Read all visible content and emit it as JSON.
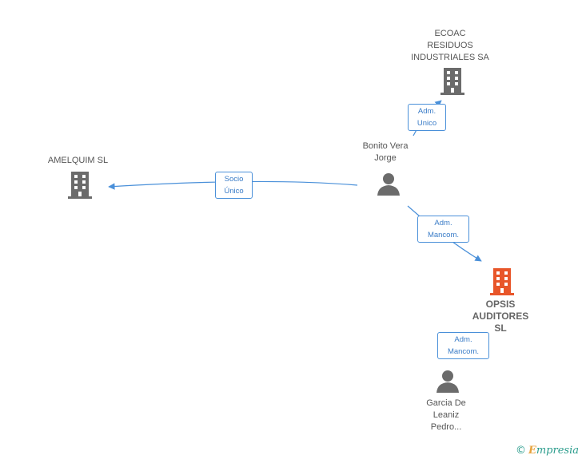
{
  "nodes": {
    "ecoac": {
      "label": "ECOAC\nRESIDUOS\nINDUSTRIALES SA",
      "icon": "building-icon",
      "color": "#6b6b6b"
    },
    "amelquim": {
      "label": "AMELQUIM SL",
      "icon": "building-icon",
      "color": "#6b6b6b"
    },
    "bonito": {
      "label": "Bonito Vera\nJorge",
      "icon": "person-icon",
      "color": "#6b6b6b"
    },
    "opsis": {
      "label": "OPSIS\nAUDITORES\nSL",
      "icon": "building-icon",
      "color": "#e8562a"
    },
    "garcia": {
      "label": "Garcia De\nLeaniz\nPedro...",
      "icon": "person-icon",
      "color": "#6b6b6b"
    }
  },
  "edges": {
    "bonito_ecoac": "Adm.\nUnico",
    "bonito_amelquim": "Socio\nÚnico",
    "bonito_opsis": "Adm.\nMancom.",
    "garcia_opsis": "Adm.\nMancom."
  },
  "edge_color": "#4a90d9",
  "brand": {
    "copyright": "©",
    "name_initial": "E",
    "name_rest": "mpresia"
  }
}
